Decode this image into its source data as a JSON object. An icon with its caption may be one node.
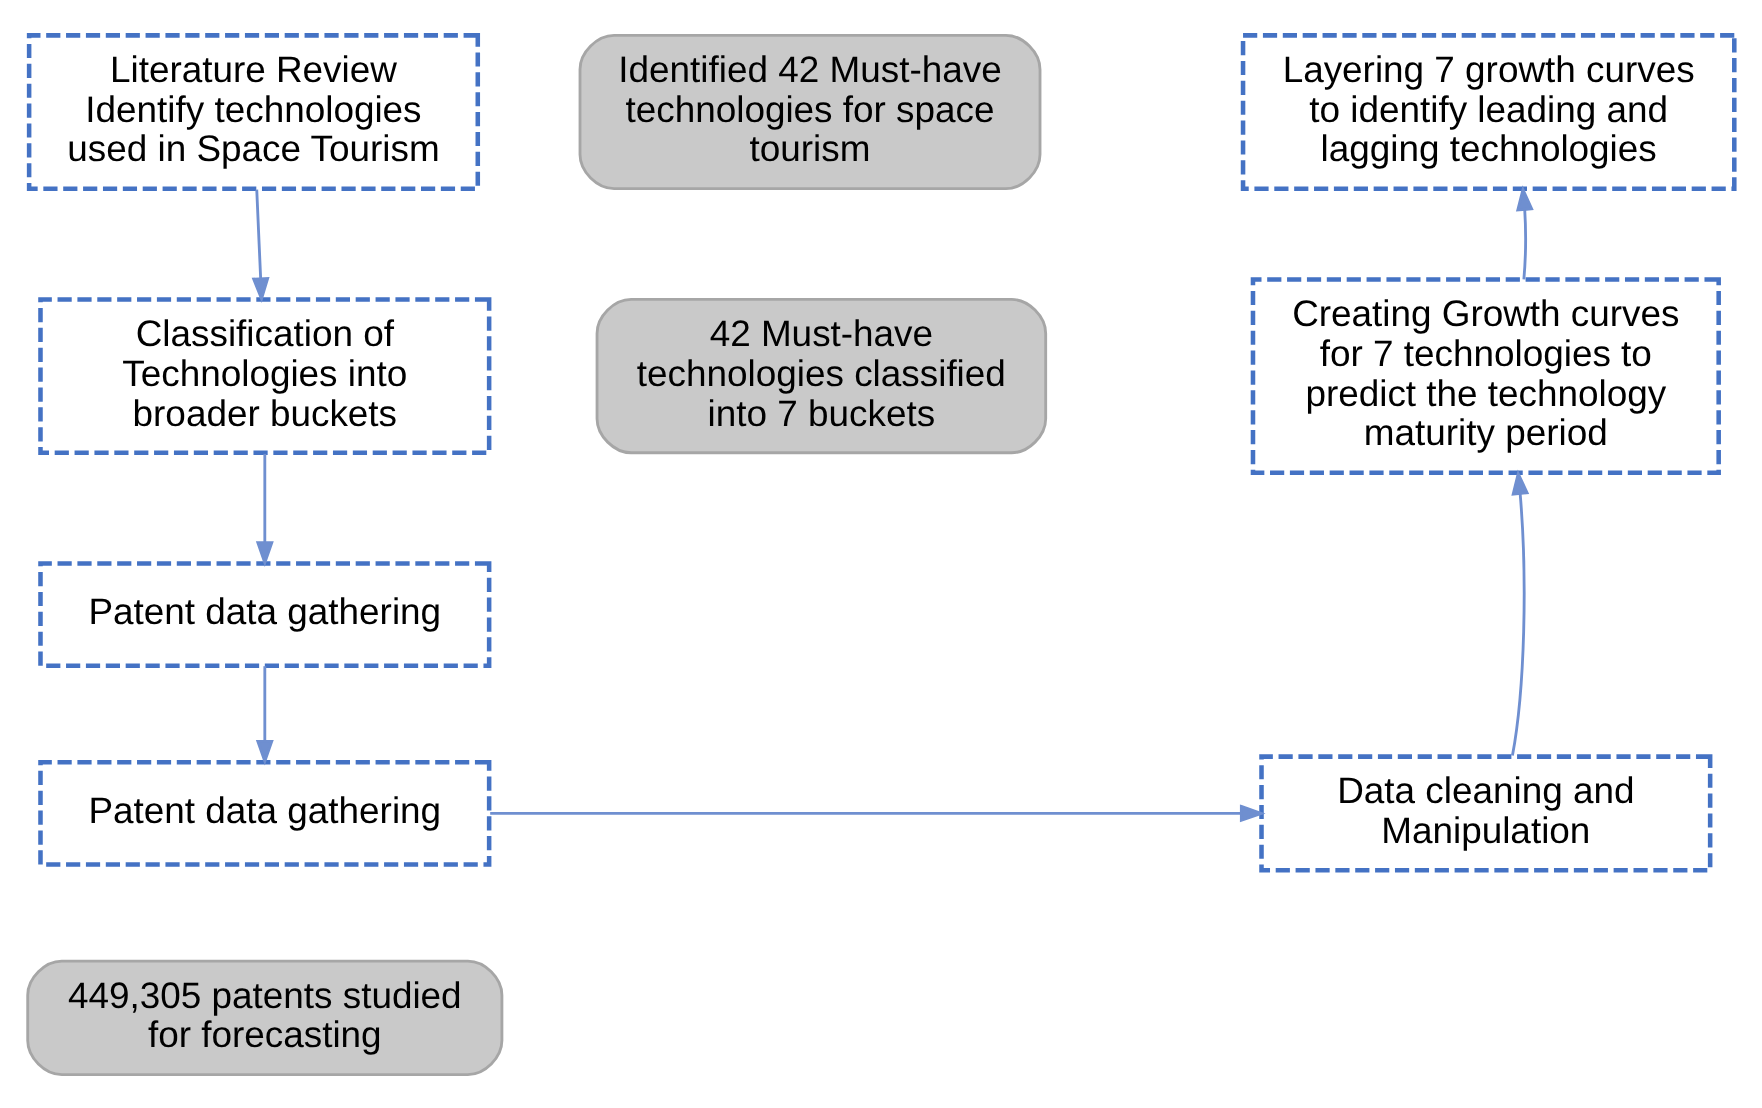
{
  "diagram": {
    "nodes": [
      {
        "text": [
          "Literature Review",
          "Identify technologies used in Space Tourism"
        ]
      },
      {
        "text": [
          "Identified 42 Must-have technologies for space tourism"
        ]
      },
      {
        "text": [
          "Classification of Technologies into broader buckets"
        ]
      },
      {
        "text": [
          "42 Must-have technologies classified into 7 buckets"
        ]
      },
      {
        "text": [
          "Patent data gathering"
        ]
      },
      {
        "text": [
          "Patent data gathering"
        ]
      },
      {
        "text": [
          "449,305 patents studied for forecasting"
        ]
      },
      {
        "text": [
          "Data cleaning and Manipulation"
        ]
      },
      {
        "text": [
          "Creating Growth curves for 7 technologies to predict the technology maturity period"
        ]
      },
      {
        "text": [
          "Layering 7 growth curves to identify leading and lagging technologies"
        ]
      }
    ],
    "edges": [
      {
        "from": 0,
        "to": 2,
        "arrow": "to"
      },
      {
        "from": 2,
        "to": 4,
        "arrow": "to"
      },
      {
        "from": 4,
        "to": 5,
        "arrow": "to"
      },
      {
        "from": 5,
        "to": 7,
        "arrow": "to"
      },
      {
        "from": 7,
        "to": 8,
        "arrow": "to"
      },
      {
        "from": 8,
        "to": 9,
        "arrow": "to"
      }
    ]
  }
}
